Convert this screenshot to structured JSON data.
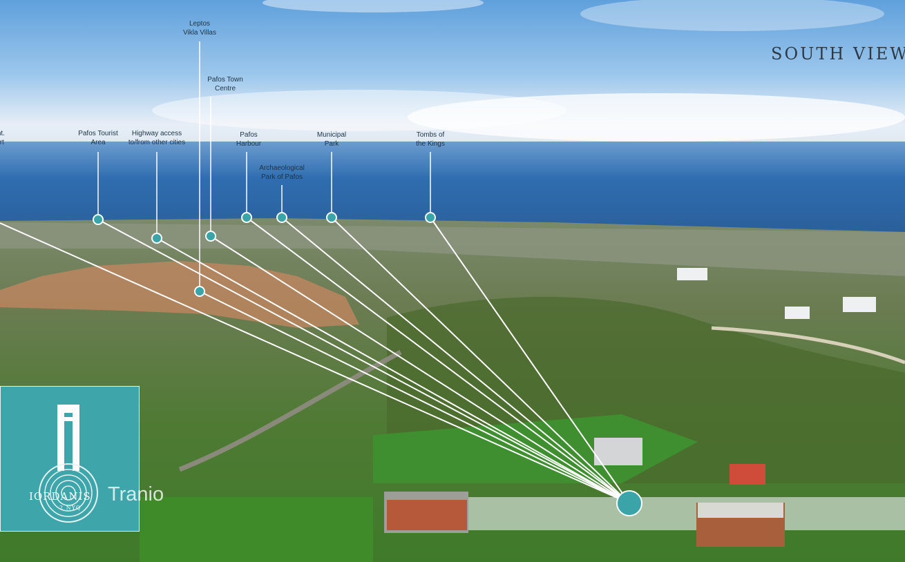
{
  "view_title": "SOUTH VIEW",
  "points_of_interest": [
    {
      "label": "Int.\nort",
      "id": "poi-intl-airport"
    },
    {
      "label": "Pafos Tourist\nArea",
      "id": "poi-pafos-tourist-area"
    },
    {
      "label": "Highway access\nto/from other cities",
      "id": "poi-highway-access"
    },
    {
      "label": "Leptos\nVikla Villas",
      "id": "poi-leptos-vikla-villas"
    },
    {
      "label": "Pafos Town\nCentre",
      "id": "poi-pafos-town-centre"
    },
    {
      "label": "Pafos\nHarbour",
      "id": "poi-pafos-harbour"
    },
    {
      "label": "Archaeological\nPark of Pafos",
      "id": "poi-archaeological-park"
    },
    {
      "label": "Municipal\nPark",
      "id": "poi-municipal-park"
    },
    {
      "label": "Tombs of\nthe Kings",
      "id": "poi-tombs-of-the-kings"
    }
  ],
  "logo": {
    "brand": "IORDANIS",
    "sub": "2 NYQ"
  },
  "watermark": "Tranio",
  "colors": {
    "accent": "#3ea6ab",
    "marker": "#3aa4a8",
    "sea": "#2f6fb2",
    "sky": "#8fc0e8"
  }
}
